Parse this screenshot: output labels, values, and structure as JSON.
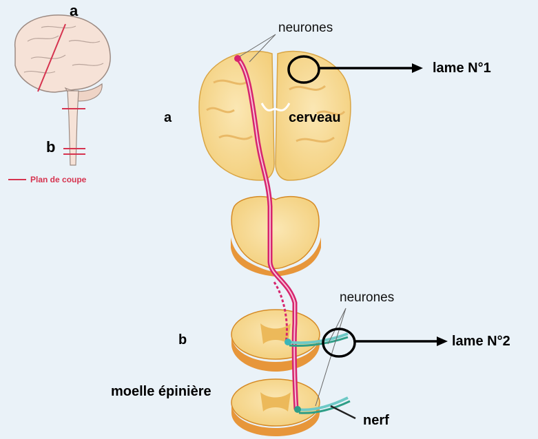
{
  "inset": {
    "label_a": "a",
    "label_b": "b",
    "legend_text": "Plan de coupe"
  },
  "main": {
    "label_a": "a",
    "label_b": "b",
    "neurones_top": "neurones",
    "neurones_bottom": "neurones",
    "cerveau": "cerveau",
    "moelle": "moelle épinière",
    "nerf": "nerf",
    "lame1": "lame N°1",
    "lame2": "lame N°2"
  },
  "colors": {
    "tissue": "#f9dc94",
    "tissue_dark": "#ecb95a",
    "tissue_edge": "#d58a25",
    "neuron": "#d6246e",
    "neuron_light": "#f08ab4",
    "nerve": "#2e9e87",
    "background": "#eaf2f8"
  }
}
